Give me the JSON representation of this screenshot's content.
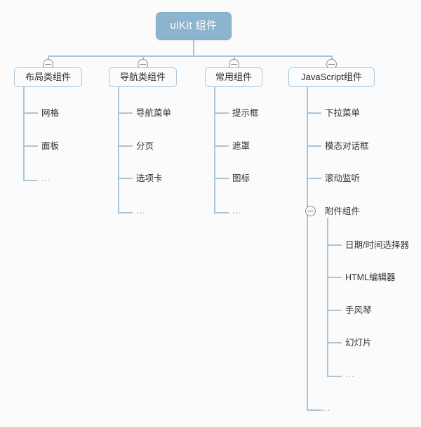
{
  "diagram": {
    "title": "uiKit 组件",
    "type": "mindmap-tree",
    "colors": {
      "background": "#fbfbfb",
      "root_fill": "#8cb4cf",
      "root_text": "#ffffff",
      "branch_fill": "#fafbfc",
      "branch_border": "#a9c7dc",
      "connector": "#a8c6da",
      "leaf_text": "#333333",
      "ellipsis_text": "#9b9b9b"
    }
  },
  "root": {
    "label": "uiKit 组件"
  },
  "branches": [
    {
      "label": "布局类组件",
      "toggle": "collapse-minus-icon",
      "children": [
        {
          "label": "网格"
        },
        {
          "label": "面板"
        },
        {
          "label": "..."
        }
      ]
    },
    {
      "label": "导航类组件",
      "toggle": "collapse-minus-icon",
      "children": [
        {
          "label": "导航菜单"
        },
        {
          "label": "分页"
        },
        {
          "label": "选项卡"
        },
        {
          "label": "..."
        }
      ]
    },
    {
      "label": "常用组件",
      "toggle": "collapse-minus-icon",
      "children": [
        {
          "label": "提示框"
        },
        {
          "label": "遮罩"
        },
        {
          "label": "图标"
        },
        {
          "label": "..."
        }
      ]
    },
    {
      "label": "JavaScript组件",
      "toggle": "collapse-minus-icon",
      "children": [
        {
          "label": "下拉菜单"
        },
        {
          "label": "模态对话框"
        },
        {
          "label": "滚动监听"
        },
        {
          "label": "附件组件",
          "toggle": "collapse-minus-icon",
          "children": [
            {
              "label": "日期/时间选择器"
            },
            {
              "label": "HTML编辑器"
            },
            {
              "label": "手风琴"
            },
            {
              "label": "幻灯片"
            },
            {
              "label": "..."
            }
          ]
        },
        {
          "label": "..."
        }
      ]
    }
  ]
}
